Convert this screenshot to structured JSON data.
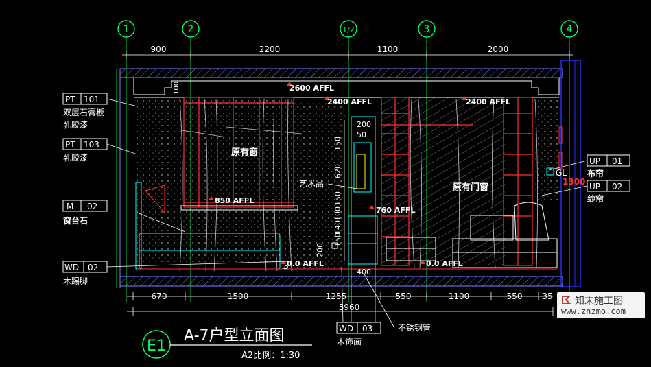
{
  "colors": {
    "background": "#000000",
    "grid": "#00cc44",
    "dimension": "#ffffff",
    "wall": "#8080ff",
    "frame_red": "#ff3030",
    "detail": "#c8c8c8",
    "cyan": "#00ffff",
    "blue": "#3030ff",
    "yellow": "#ffff00",
    "grid_bubble": "#00ff66"
  },
  "grid_axes": [
    "1",
    "2",
    "1/2",
    "3",
    "4"
  ],
  "top_dimensions": [
    "900",
    "2200",
    "1100",
    "2000"
  ],
  "bottom_dimensions": [
    "670",
    "1500",
    "1255",
    "550",
    "1100",
    "550",
    "35"
  ],
  "overall_dimension": "5960",
  "level_marks": {
    "ceiling": "2600 AFFL",
    "left_ceiling": "2400 AFFL",
    "right_ceiling": "2400 AFFL",
    "sill": "850 AFFL",
    "cabinet": "760 AFFL",
    "floor_left": "0.0 AFFL",
    "floor_right": "0.0 AFFL"
  },
  "vertical_dims": [
    "200",
    "50",
    "150",
    "620",
    "150",
    "100",
    "140",
    "150",
    "200",
    "5"
  ],
  "small_dims": {
    "d400": "400",
    "d1300": "1300",
    "d100": "100",
    "d65": "65"
  },
  "labels": {
    "original_window": "原有窗",
    "original_door_window": "原有门窗",
    "art_piece": "艺术品",
    "gl": "GL"
  },
  "tags": [
    {
      "code": "PT",
      "num": "101",
      "desc1": "双层石膏板",
      "desc2": "乳胶漆"
    },
    {
      "code": "PT",
      "num": "103",
      "desc1": "乳胶漆",
      "desc2": ""
    },
    {
      "code": "M",
      "num": "02",
      "desc1": "窗台石",
      "desc2": ""
    },
    {
      "code": "WD",
      "num": "02",
      "desc1": "木踢脚",
      "desc2": ""
    },
    {
      "code": "WD",
      "num": "03",
      "desc1": "木饰面",
      "desc2": ""
    },
    {
      "code": "UP",
      "num": "01",
      "desc1": "布帘",
      "desc2": ""
    },
    {
      "code": "UP",
      "num": "02",
      "desc1": "纱帘",
      "desc2": ""
    }
  ],
  "note_steel": "不锈钢管",
  "title": {
    "symbol": "E1",
    "name": "A-7户型立面图",
    "scale": "A2比例：1:30"
  },
  "watermark": {
    "name": "知末施工图",
    "url": "www.znzmo.com"
  }
}
